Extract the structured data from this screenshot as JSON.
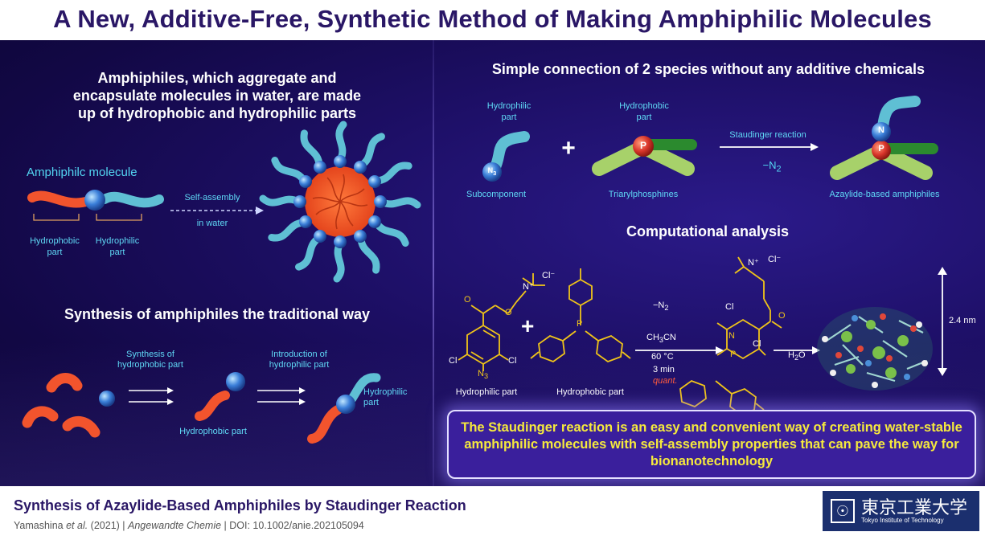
{
  "title": "A New, Additive-Free, Synthetic Method of Making Amphiphilic Molecules",
  "left": {
    "intro": [
      "Amphiphiles, which aggregate and",
      "encapsulate molecules in water, are made",
      "up of hydrophobic and hydrophilic parts"
    ],
    "molecule_label": "Amphiphilc molecule",
    "hydrophobic_part": [
      "Hydrophobic",
      "part"
    ],
    "hydrophilic_part": [
      "Hydrophilic",
      "part"
    ],
    "self_assembly": [
      "Self-assembly",
      "in water"
    ],
    "traditional_heading": "Synthesis of amphiphiles the traditional way",
    "synthesis_step": [
      "Synthesis of",
      "hydrophobic part"
    ],
    "introduction_step": [
      "Introduction of",
      "hydrophilic part"
    ],
    "hydrophobic_part_label": "Hydrophobic part",
    "hydrophilic_part_label": [
      "Hydrophilic",
      "part"
    ]
  },
  "right": {
    "heading": "Simple connection of 2 species without any additive chemicals",
    "hydrophilic_part": [
      "Hydrophilic",
      "part"
    ],
    "hydrophobic_part": [
      "Hydrophobic",
      "part"
    ],
    "subcomponent": "Subcomponent",
    "triarylphosphines": "Triarylphosphines",
    "staudinger": "Staudinger reaction",
    "minus_n2": "−N",
    "n2_sub": "2",
    "azaylide": "Azaylide-based amphiphiles",
    "atom_n3": "N",
    "atom_n3_sub": "3",
    "atom_p": "P",
    "atom_n": "N",
    "plus": "+",
    "comp_heading": "Computational analysis",
    "chem": {
      "cl_minus": "Cl⁻",
      "n_plus": "N⁺",
      "cl": "Cl",
      "n3": "N",
      "n3_sub": "3",
      "p": "P",
      "n": "N",
      "o": "O",
      "minus_n2": "−N",
      "minus_n2_sub": "2",
      "solvent": "CH",
      "solvent_sub": "3",
      "solvent_tail": "CN",
      "temp": "60 °C",
      "time": "3 min",
      "quant": "quant.",
      "h2o": "H",
      "h2o_sub": "2",
      "h2o_tail": "O",
      "size": "2.4 nm",
      "hydrophilic_part": "Hydrophilic part",
      "hydrophobic_part": "Hydrophobic part"
    },
    "conclusion": "The Staudinger reaction is an easy and convenient way of creating water-stable amphiphilic molecules with self-assembly properties that can pave the way for bionanotechnology"
  },
  "footer": {
    "title": "Synthesis of Azaylide-Based Amphiphiles by Staudinger Reaction",
    "authors": "Yamashina ",
    "etal": "et al.",
    "year": " (2021) | ",
    "journal": "Angewandte Chemie",
    "doi": " | DOI: 10.1002/anie.202105094"
  },
  "logo": {
    "jp": "東京工業大学",
    "en": "Tokyo Institute of Technology"
  },
  "colors": {
    "hydrophobic": "#f2542d",
    "hydrophilic": "#5fbfd4",
    "bead": "#3b7fd9",
    "phosphorus": "#d9362b",
    "arm": "#a7d16a",
    "arm_dark": "#2b8a2e",
    "chem": "#f0c419",
    "highlight": "#f5e93d"
  }
}
